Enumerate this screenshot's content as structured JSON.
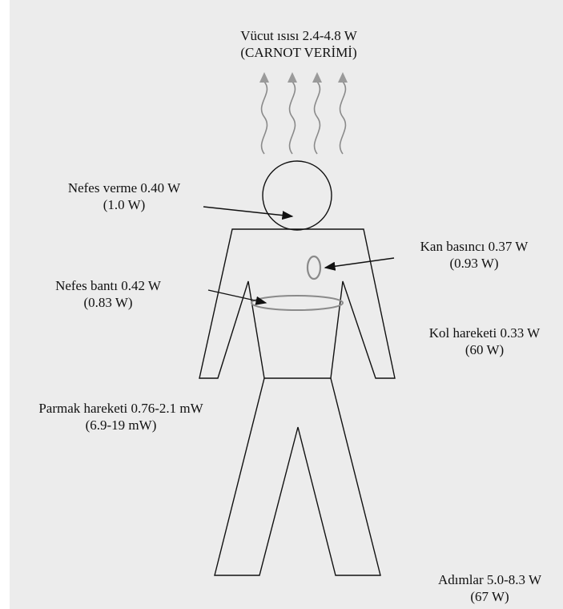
{
  "diagram": {
    "heat": {
      "line1": "Vücut ısısı 2.4-4.8 W",
      "line2": "(CARNOT VERİMİ)"
    },
    "breathing": {
      "line1": "Nefes verme 0.40 W",
      "line2": "(1.0 W)"
    },
    "blood_pressure": {
      "line1": "Kan basıncı 0.37 W",
      "line2": "(0.93 W)"
    },
    "breath_band": {
      "line1": "Nefes bantı 0.42 W",
      "line2": "(0.83 W)"
    },
    "arm_motion": {
      "line1": "Kol hareketi 0.33 W",
      "line2": "(60 W)"
    },
    "finger_motion": {
      "line1": "Parmak hareketi 0.76-2.1 mW",
      "line2": "(6.9-19 mW)"
    },
    "footfalls": {
      "line1": "Adımlar 5.0-8.3 W",
      "line2": "(67 W)"
    }
  }
}
